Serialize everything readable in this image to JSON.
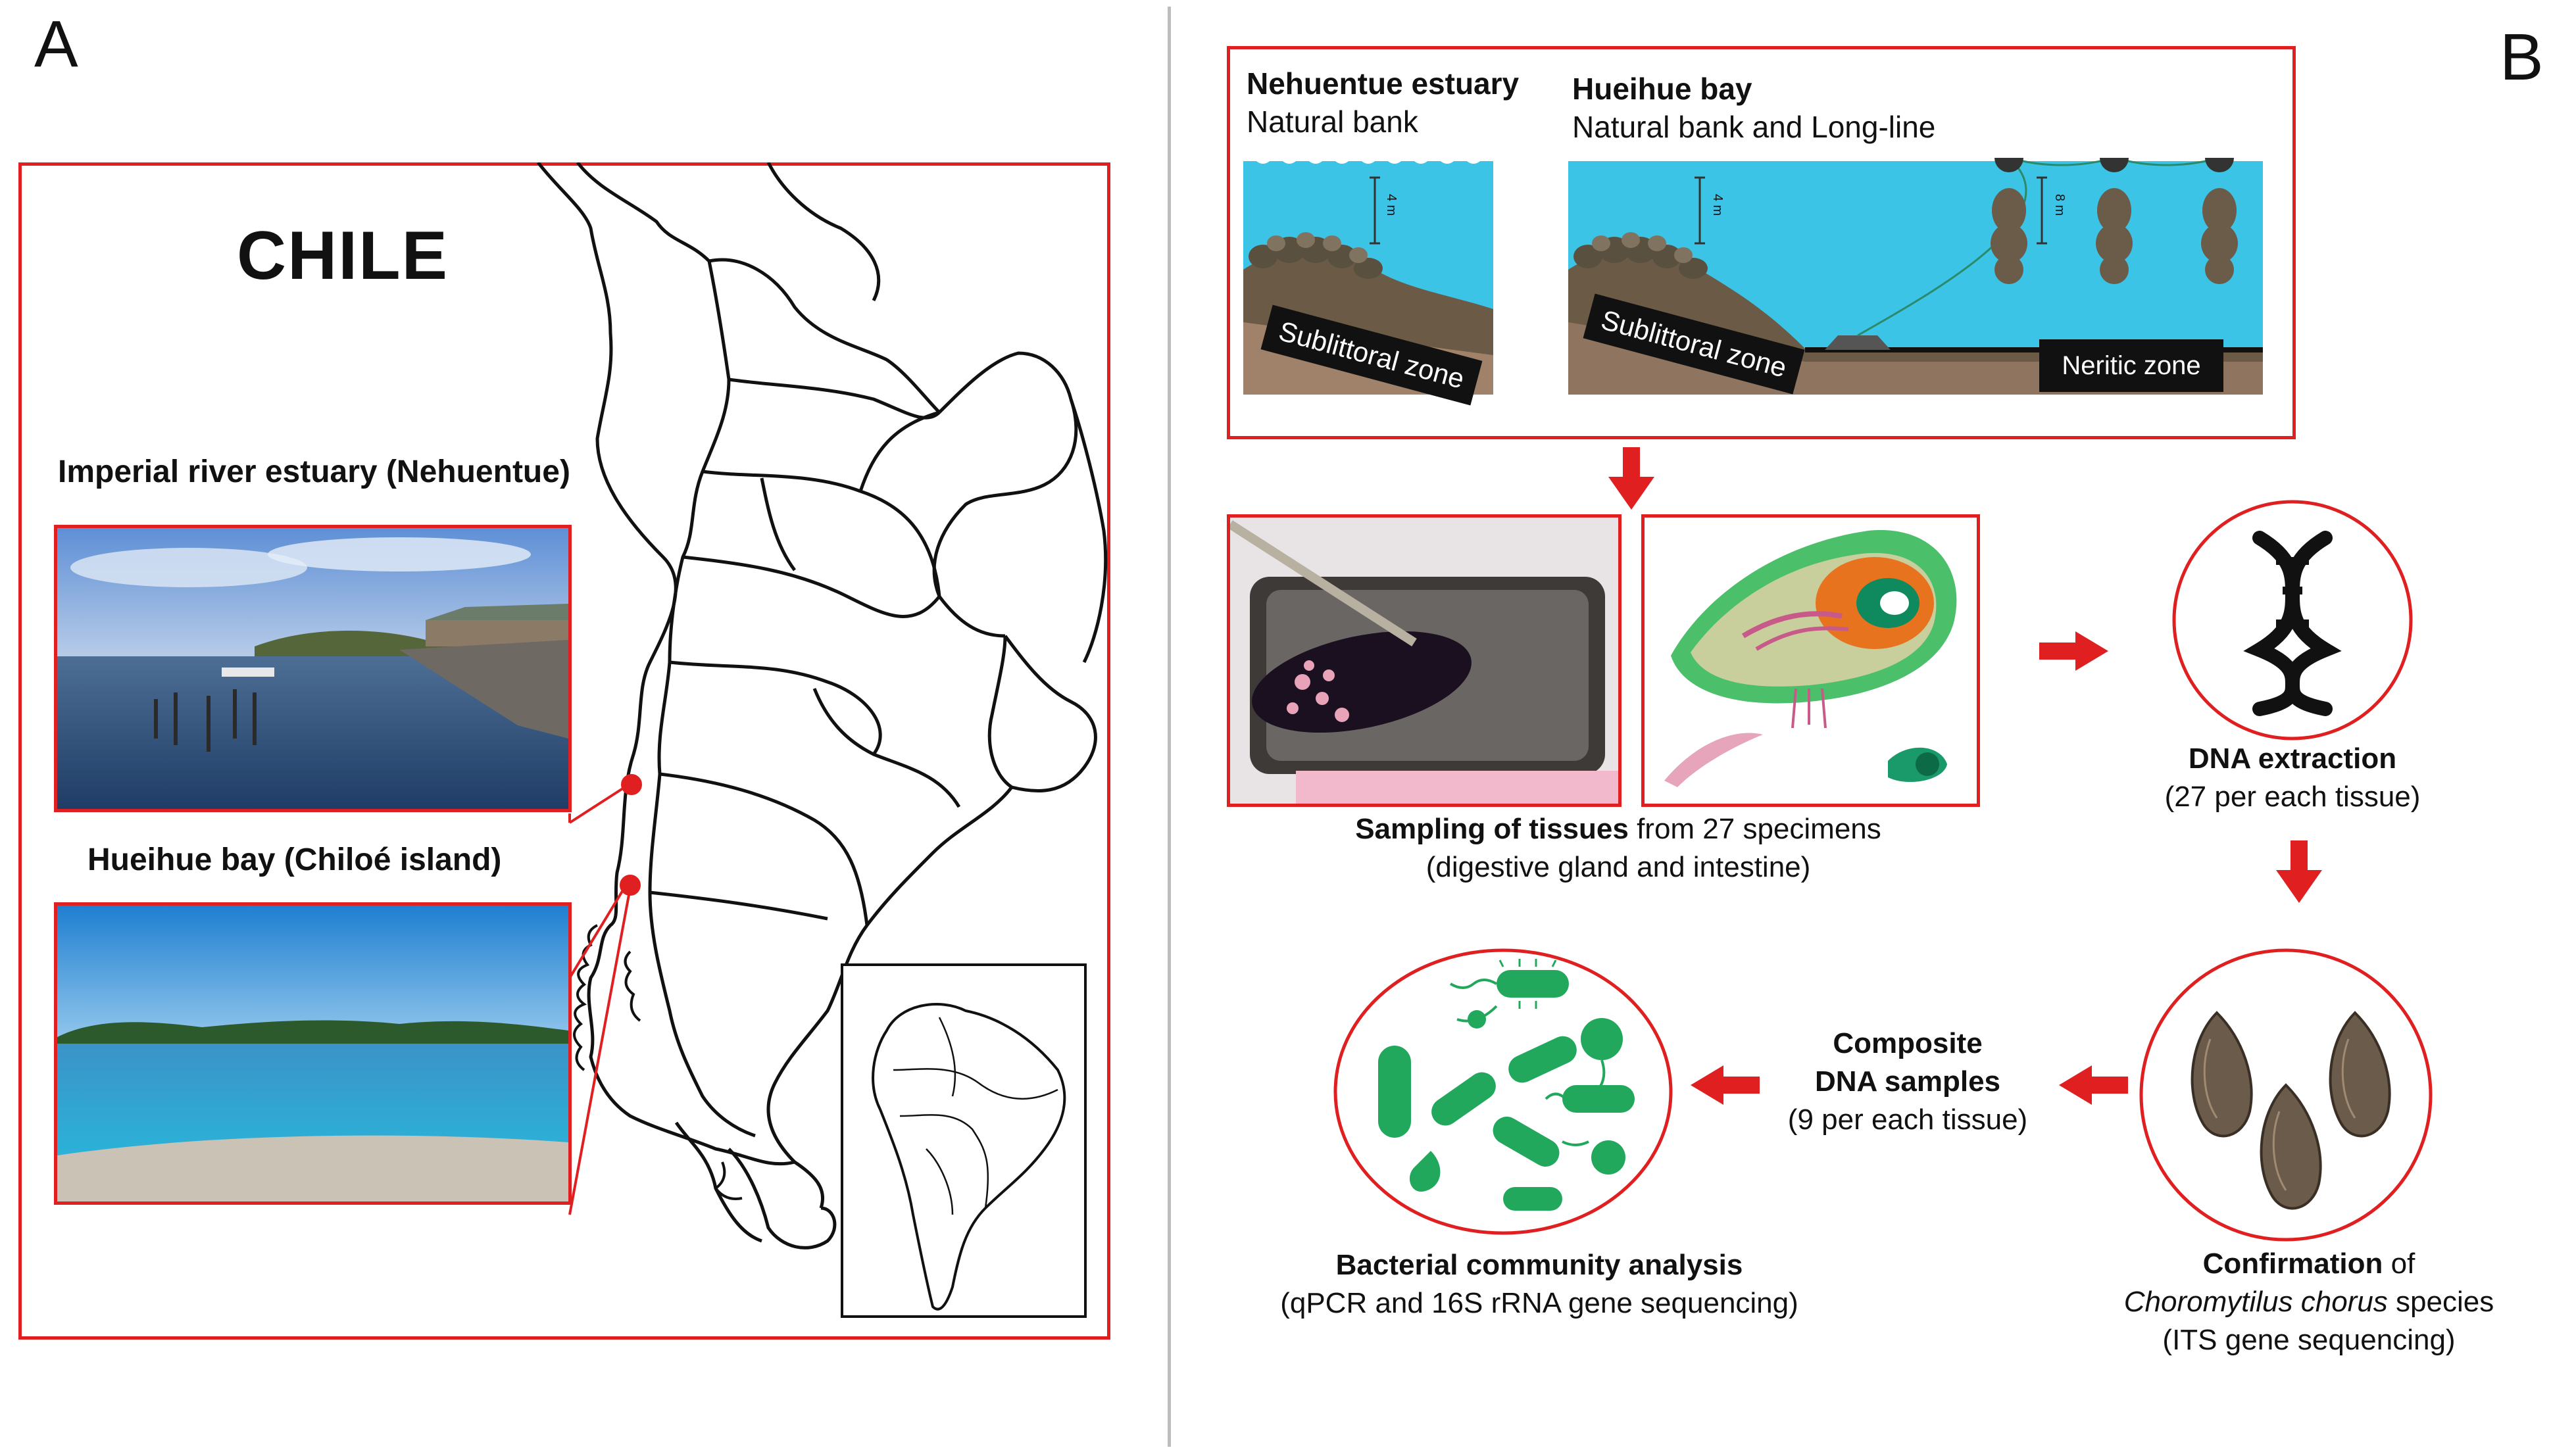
{
  "panels": {
    "a_label": "A",
    "b_label": "B"
  },
  "map": {
    "country": "CHILE",
    "site1_label": "Imperial river estuary  (Nehuentue)",
    "site2_label": "Hueihue bay  (Chiloé island)"
  },
  "habitat": {
    "site1_title": "Nehuentue estuary",
    "site1_sub": "Natural bank",
    "site2_title": "Hueihue bay",
    "site2_sub": "Natural bank and Long-line",
    "depth1": "4 m",
    "depth2": "4 m",
    "depth3": "8 m",
    "zone1": "Sublittoral zone",
    "zone2": "Sublittoral zone",
    "zone3": "Neritic zone"
  },
  "workflow": {
    "sampling_bold": "Sampling of tissues",
    "sampling_rest": " from 27 specimens",
    "sampling_sub": "(digestive gland and intestine)",
    "dna_title": "DNA extraction",
    "dna_sub": "(27 per each tissue)",
    "confirm_bold": "Confirmation",
    "confirm_rest": " of",
    "confirm_species": "Choromytilus chorus",
    "confirm_species_rest": " species",
    "confirm_sub": "(ITS gene sequencing)",
    "composite_line1": "Composite",
    "composite_line2": "DNA samples",
    "composite_sub": "(9 per each tissue)",
    "bact_title": "Bacterial community analysis",
    "bact_sub": "(qPCR and 16S rRNA gene sequencing)"
  },
  "colors": {
    "accent_red": "#e02020",
    "water": "#3cc4e6",
    "bacteria": "#22a85c"
  }
}
